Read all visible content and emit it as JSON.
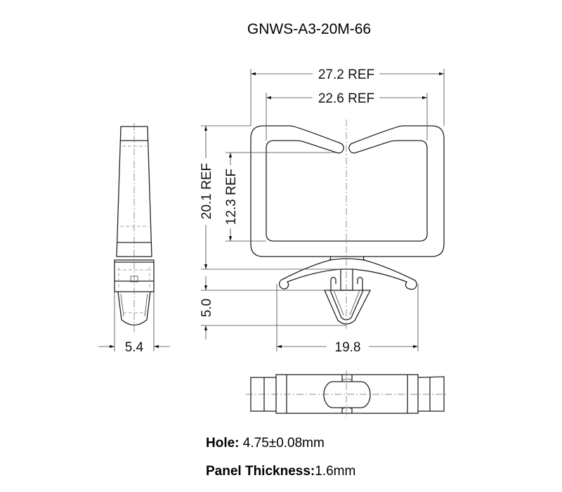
{
  "title": "GNWS-A3-20M-66",
  "dimensions": {
    "overall_width": "27.2 REF",
    "inner_width": "22.6 REF",
    "overall_height": "20.1 REF",
    "inner_height": "12.3 REF",
    "clip_height": "5.0",
    "wing_width": "19.8",
    "side_thickness": "5.4"
  },
  "notes": {
    "hole_label": "Hole:",
    "hole_value": "4.75±0.08mm",
    "panel_label": "Panel Thickness:",
    "panel_value": "1.6mm"
  }
}
